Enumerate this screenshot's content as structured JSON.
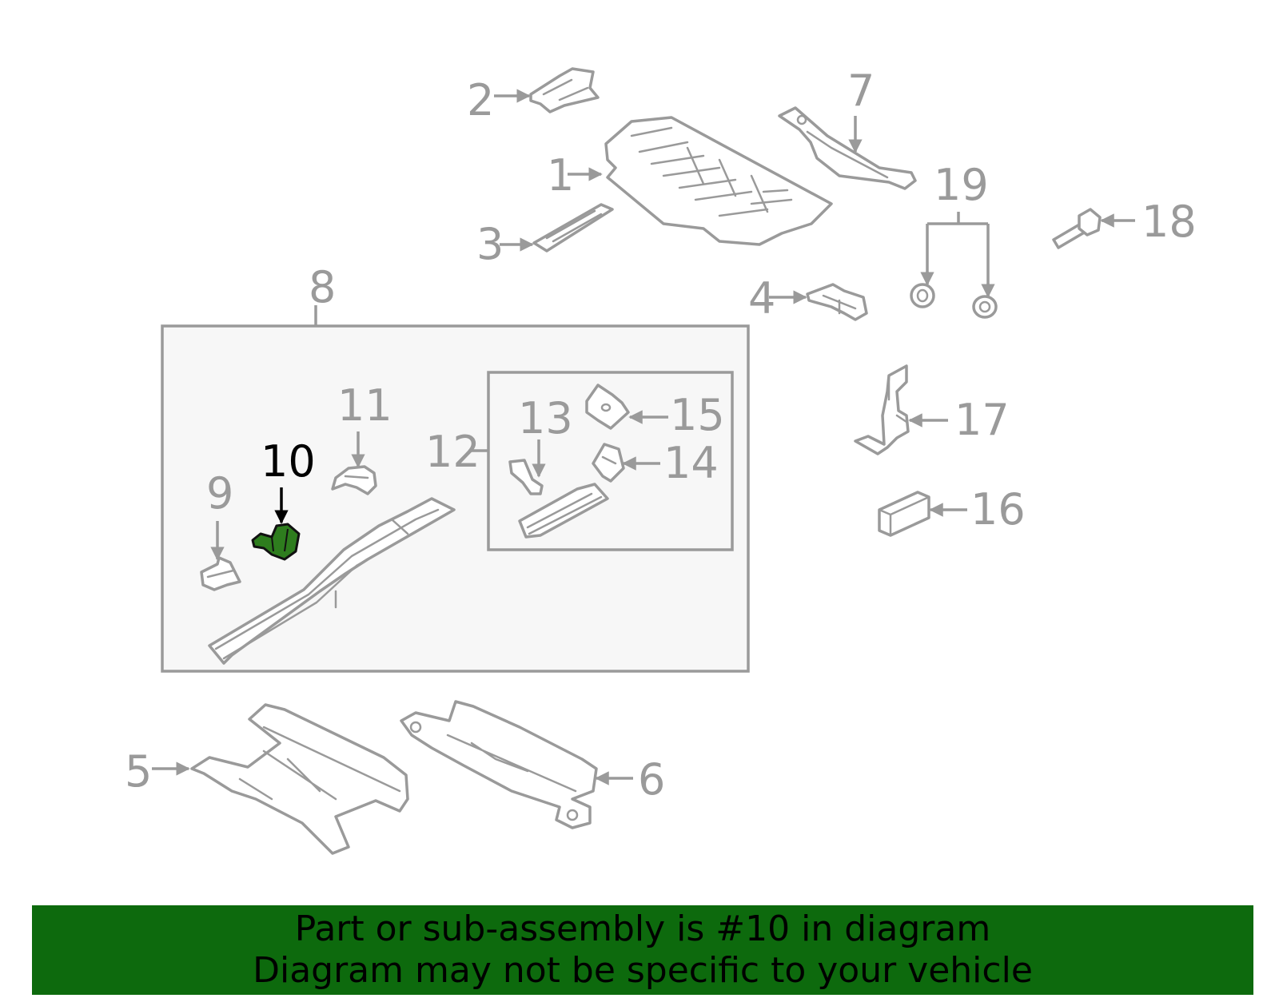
{
  "diagram": {
    "highlight_color": "#2e7d1e",
    "label_color": "#9a9a9a",
    "callouts": [
      {
        "id": "1",
        "text": "1"
      },
      {
        "id": "2",
        "text": "2"
      },
      {
        "id": "3",
        "text": "3"
      },
      {
        "id": "4",
        "text": "4"
      },
      {
        "id": "5",
        "text": "5"
      },
      {
        "id": "6",
        "text": "6"
      },
      {
        "id": "7",
        "text": "7"
      },
      {
        "id": "8",
        "text": "8"
      },
      {
        "id": "9",
        "text": "9"
      },
      {
        "id": "10",
        "text": "10",
        "highlighted": true
      },
      {
        "id": "11",
        "text": "11"
      },
      {
        "id": "12",
        "text": "12"
      },
      {
        "id": "13",
        "text": "13"
      },
      {
        "id": "14",
        "text": "14"
      },
      {
        "id": "15",
        "text": "15"
      },
      {
        "id": "16",
        "text": "16"
      },
      {
        "id": "17",
        "text": "17"
      },
      {
        "id": "18",
        "text": "18"
      },
      {
        "id": "19",
        "text": "19"
      }
    ]
  },
  "banner": {
    "color": "#0d6a0d",
    "line1": "Part or sub-assembly is #10 in diagram",
    "line2": "Diagram may not be specific to your vehicle"
  }
}
